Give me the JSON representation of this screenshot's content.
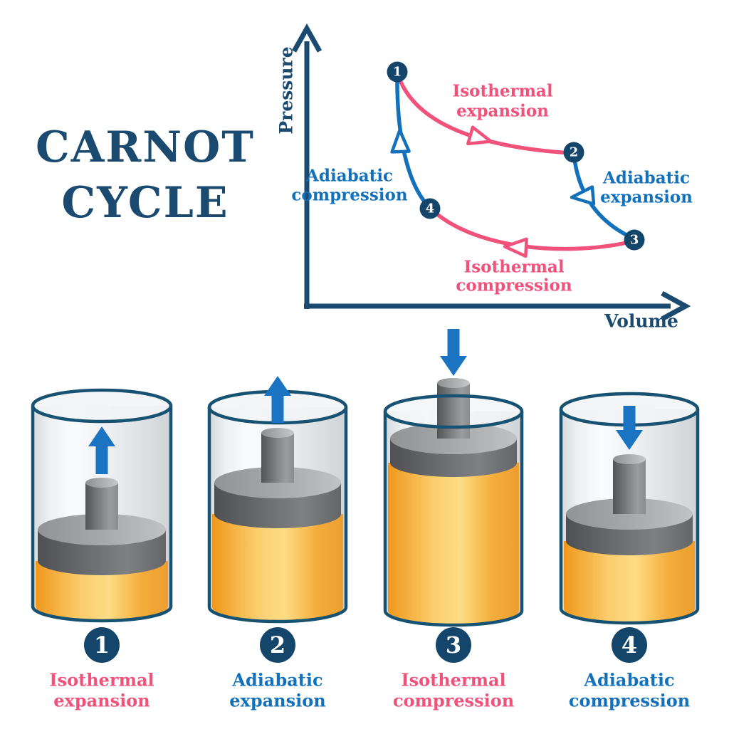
{
  "title": {
    "line1": "CARNOT",
    "line2": "CYCLE"
  },
  "pv_diagram": {
    "y_axis_label": "Pressure",
    "x_axis_label": "Volume",
    "points": [
      {
        "number": "1"
      },
      {
        "number": "2"
      },
      {
        "number": "3"
      },
      {
        "number": "4"
      }
    ],
    "segments": [
      {
        "from": "1",
        "to": "2",
        "label_line1": "Isothermal",
        "label_line2": "expansion",
        "color": "#F0527B"
      },
      {
        "from": "2",
        "to": "3",
        "label_line1": "Adiabatic",
        "label_line2": "expansion",
        "color": "#1371BC"
      },
      {
        "from": "3",
        "to": "4",
        "label_line1": "Isothermal",
        "label_line2": "compression",
        "color": "#F0527B"
      },
      {
        "from": "4",
        "to": "1",
        "label_line1": "Adiabatic",
        "label_line2": "compression",
        "color": "#1371BC"
      }
    ]
  },
  "stages": [
    {
      "number": "1",
      "label_line1": "Isothermal",
      "label_line2": "expansion",
      "arrow_direction": "up",
      "gas_level": "low"
    },
    {
      "number": "2",
      "label_line1": "Adiabatic",
      "label_line2": "expansion",
      "arrow_direction": "up",
      "gas_level": "half"
    },
    {
      "number": "3",
      "label_line1": "Isothermal",
      "label_line2": "compression",
      "arrow_direction": "down",
      "gas_level": "high"
    },
    {
      "number": "4",
      "label_line1": "Adiabatic",
      "label_line2": "compression",
      "arrow_direction": "down",
      "gas_level": "low-mid"
    }
  ],
  "colors": {
    "navy": "#1A4A70",
    "pink": "#F0527B",
    "blue": "#1371BC",
    "gas_orange": "#F5A623",
    "piston_gray": "#6E7073",
    "glass_outline": "#175272"
  }
}
